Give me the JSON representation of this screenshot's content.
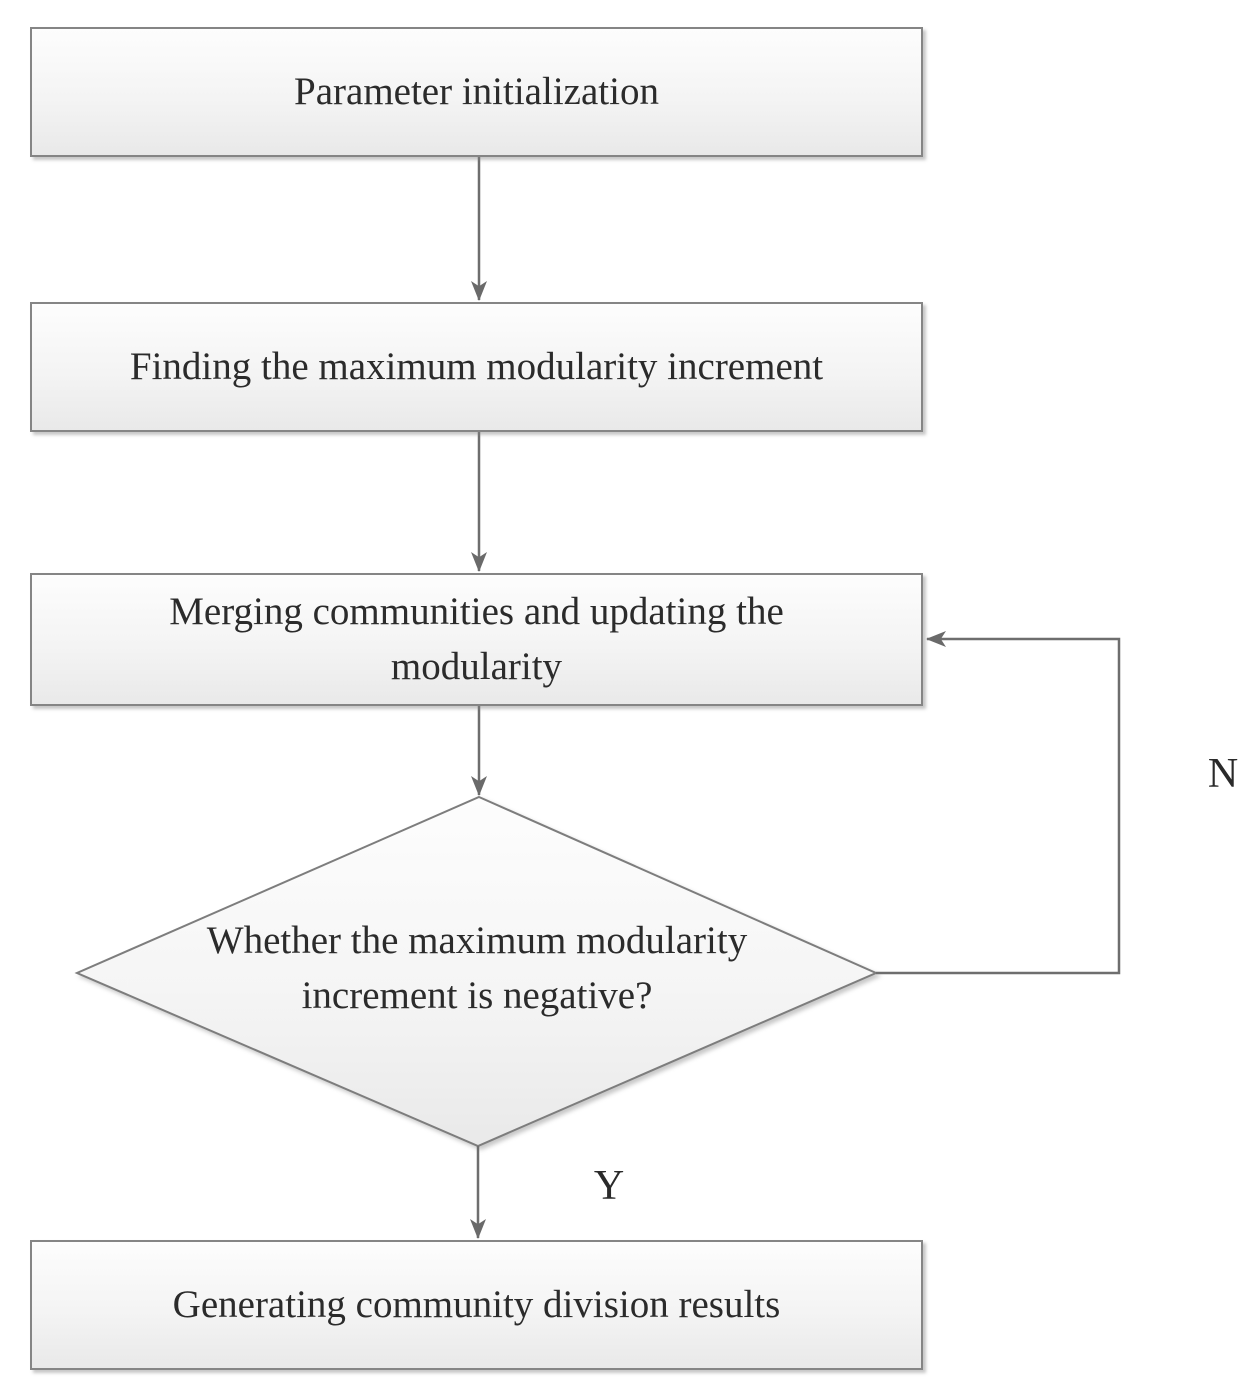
{
  "flowchart": {
    "nodes": [
      {
        "id": "start",
        "type": "process",
        "label": "Parameter initialization"
      },
      {
        "id": "find_increment",
        "type": "process",
        "label": "Finding the maximum modularity increment"
      },
      {
        "id": "merge_update",
        "type": "process",
        "label": "Merging communities and updating the modularity"
      },
      {
        "id": "check_negative",
        "type": "decision",
        "label": "Whether the maximum modularity increment is negative?"
      },
      {
        "id": "generate_results",
        "type": "process",
        "label": "Generating community division results"
      }
    ],
    "edges": [
      {
        "from": "start",
        "to": "find_increment",
        "label": ""
      },
      {
        "from": "find_increment",
        "to": "merge_update",
        "label": ""
      },
      {
        "from": "merge_update",
        "to": "check_negative",
        "label": ""
      },
      {
        "from": "check_negative",
        "to": "generate_results",
        "label": "Y"
      },
      {
        "from": "check_negative",
        "to": "merge_update",
        "label": "N"
      }
    ],
    "colors": {
      "background": "#ffffff",
      "node_fill_top": "#fdfdfd",
      "node_fill_bottom": "#e9e9e9",
      "node_border": "#858585",
      "connector": "#6e6e6e",
      "text": "#2b2b2b"
    }
  }
}
